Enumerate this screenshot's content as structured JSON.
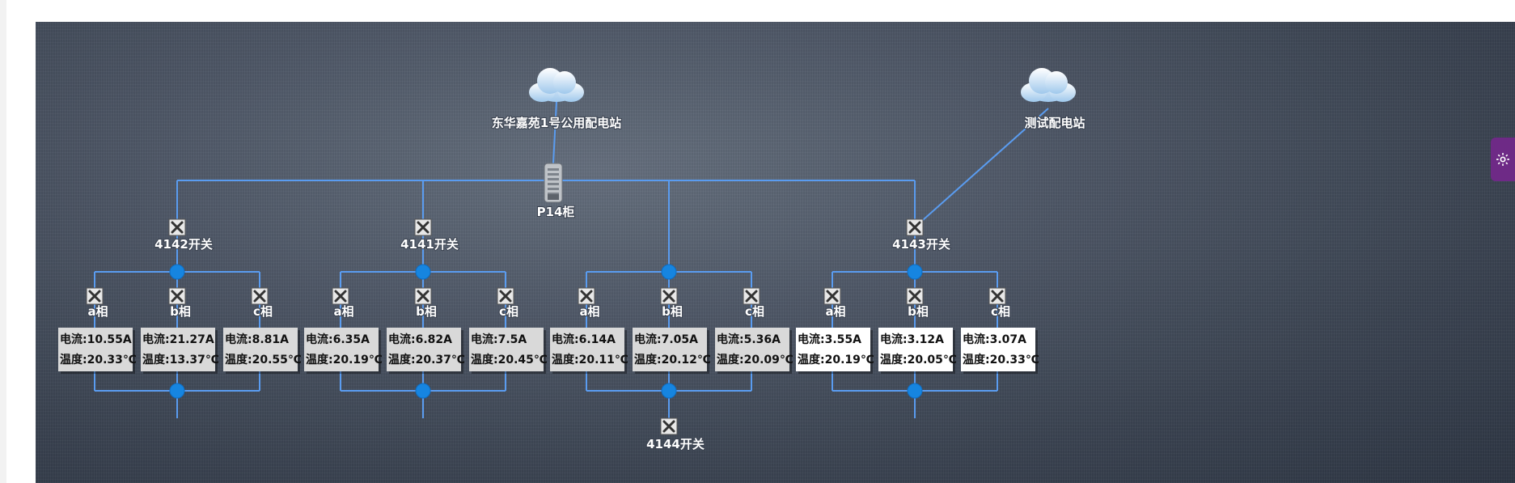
{
  "diagram": {
    "stations": [
      {
        "name": "东华嘉苑1号公用配电站"
      },
      {
        "name": "测试配电站"
      }
    ],
    "cabinet": {
      "name": "P14柜"
    },
    "groups": [
      {
        "switch": "4142开关",
        "has_switch": true,
        "phases": [
          {
            "label": "a相",
            "current": "电流:10.55A",
            "temp": "温度:20.33℃",
            "highlight": false
          },
          {
            "label": "b相",
            "current": "电流:21.27A",
            "temp": "温度:13.37℃",
            "highlight": false
          },
          {
            "label": "c相",
            "current": "电流:8.81A",
            "temp": "温度:20.55℃",
            "highlight": false
          }
        ],
        "bottom_switch": ""
      },
      {
        "switch": "4141开关",
        "has_switch": true,
        "phases": [
          {
            "label": "a相",
            "current": "电流:6.35A",
            "temp": "温度:20.19℃",
            "highlight": false
          },
          {
            "label": "b相",
            "current": "电流:6.82A",
            "temp": "温度:20.37℃",
            "highlight": false
          },
          {
            "label": "c相",
            "current": "电流:7.5A",
            "temp": "温度:20.45℃",
            "highlight": false
          }
        ],
        "bottom_switch": ""
      },
      {
        "switch": "",
        "has_switch": false,
        "phases": [
          {
            "label": "a相",
            "current": "电流:6.14A",
            "temp": "温度:20.11℃",
            "highlight": false
          },
          {
            "label": "b相",
            "current": "电流:7.05A",
            "temp": "温度:20.12℃",
            "highlight": false
          },
          {
            "label": "c相",
            "current": "电流:5.36A",
            "temp": "温度:20.09℃",
            "highlight": false
          }
        ],
        "bottom_switch": "4144开关"
      },
      {
        "switch": "4143开关",
        "has_switch": true,
        "phases": [
          {
            "label": "a相",
            "current": "电流:3.55A",
            "temp": "温度:20.19℃",
            "highlight": true
          },
          {
            "label": "b相",
            "current": "电流:3.12A",
            "temp": "温度:20.05℃",
            "highlight": true
          },
          {
            "label": "c相",
            "current": "电流:3.07A",
            "temp": "温度:20.33℃",
            "highlight": true
          }
        ],
        "bottom_switch": ""
      }
    ],
    "colors": {
      "line": "#5a9cf0",
      "node": "#1685e0",
      "card": "#d9d9d9",
      "card_highlight": "#ffffff",
      "settings_tab": "#6e2a86"
    }
  },
  "settings": {
    "icon": "gear-icon"
  }
}
